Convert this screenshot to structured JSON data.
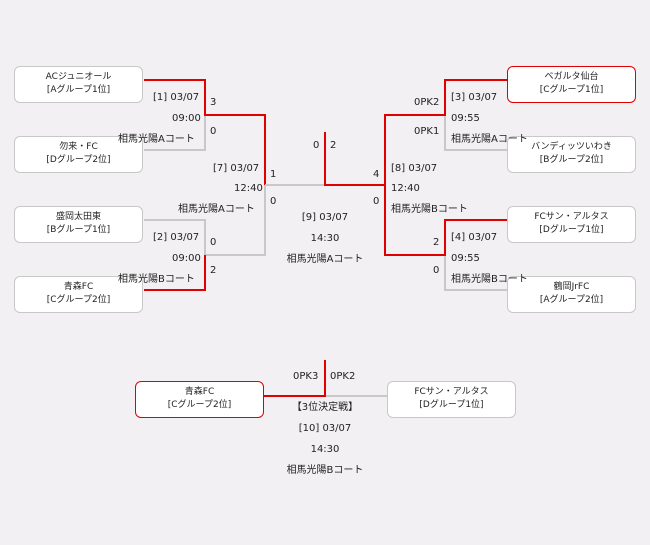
{
  "colors": {
    "win": "#e00000",
    "lose": "#c8c8c8",
    "bg": "#f3f0f3"
  },
  "teams": {
    "l1": {
      "name": "ACジュニオール",
      "group": "[Aグループ1位]"
    },
    "l2": {
      "name": "勿来・FC",
      "group": "[Dグループ2位]"
    },
    "l3": {
      "name": "盛岡太田東",
      "group": "[Bグループ1位]"
    },
    "l4": {
      "name": "青森FC",
      "group": "[Cグループ2位]"
    },
    "r1": {
      "name": "ベガルタ仙台",
      "group": "[Cグループ1位]"
    },
    "r2": {
      "name": "バンディッツいわき",
      "group": "[Bグループ2位]"
    },
    "r3": {
      "name": "FCサン・アルタス",
      "group": "[Dグループ1位]"
    },
    "r4": {
      "name": "鶴岡JrFC",
      "group": "[Aグループ2位]"
    },
    "b1": {
      "name": "青森FC",
      "group": "[Cグループ2位]"
    },
    "b2": {
      "name": "FCサン・アルタス",
      "group": "[Dグループ1位]"
    }
  },
  "matches": {
    "m1": {
      "label": "[1] 03/07",
      "time": "09:00",
      "court": "相馬光陽Aコート",
      "s1": "3",
      "s2": "0"
    },
    "m2": {
      "label": "[2] 03/07",
      "time": "09:00",
      "court": "相馬光陽Bコート",
      "s1": "0",
      "s2": "2"
    },
    "m3": {
      "label": "[3] 03/07",
      "time": "09:55",
      "court": "相馬光陽Aコート",
      "s1": "0PK2",
      "s2": "0PK1"
    },
    "m4": {
      "label": "[4] 03/07",
      "time": "09:55",
      "court": "相馬光陽Bコート",
      "s1": "2",
      "s2": "0"
    },
    "m7": {
      "label": "[7] 03/07",
      "time": "12:40",
      "court": "相馬光陽Aコート",
      "s1": "1",
      "s2": "0"
    },
    "m8": {
      "label": "[8] 03/07",
      "time": "12:40",
      "court": "相馬光陽Bコート",
      "s1": "4",
      "s2": "0"
    },
    "m9": {
      "label": "[9] 03/07",
      "time": "14:30",
      "court": "相馬光陽Aコート",
      "s1": "0",
      "s2": "2"
    },
    "m10": {
      "title": "【3位決定戦】",
      "label": "[10] 03/07",
      "time": "14:30",
      "court": "相馬光陽Bコート",
      "s1": "0PK3",
      "s2": "0PK2"
    }
  }
}
